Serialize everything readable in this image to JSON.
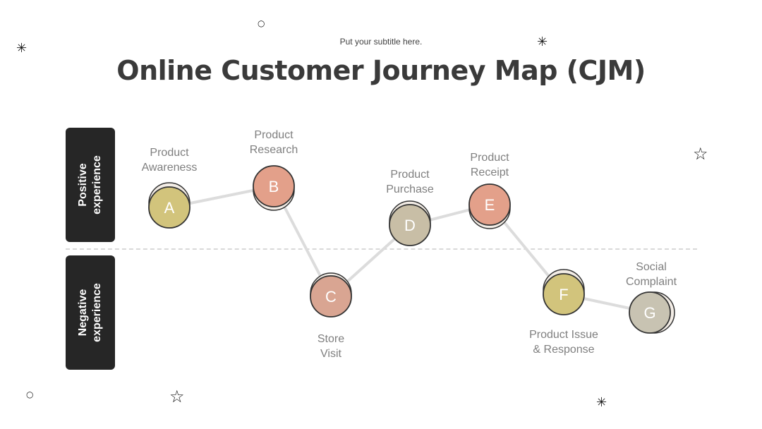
{
  "header": {
    "subtitle": "Put your subtitle here.",
    "title": "Online Customer Journey Map (CJM)"
  },
  "bands": {
    "positive": "Positive\nexperience",
    "negative": "Negative\nexperience"
  },
  "stages": [
    {
      "letter": "A",
      "label": "Product\nAwareness",
      "color": "#d2c47c"
    },
    {
      "letter": "B",
      "label": "Product\nResearch",
      "color": "#e3a08a"
    },
    {
      "letter": "C",
      "label": "Store\nVisit",
      "color": "#d9a592"
    },
    {
      "letter": "D",
      "label": "Product\nPurchase",
      "color": "#c8bea6"
    },
    {
      "letter": "E",
      "label": "Product\nReceipt",
      "color": "#e3a08a"
    },
    {
      "letter": "F",
      "label": "Product Issue\n& Response",
      "color": "#d2c47c"
    },
    {
      "letter": "G",
      "label": "Social\nComplaint",
      "color": "#c8c3b2"
    }
  ],
  "colors": {
    "connector": "#dcdcdc",
    "band": "#262626"
  },
  "decorations": [
    "circle-icon",
    "sparkle-icon",
    "star-icon"
  ]
}
